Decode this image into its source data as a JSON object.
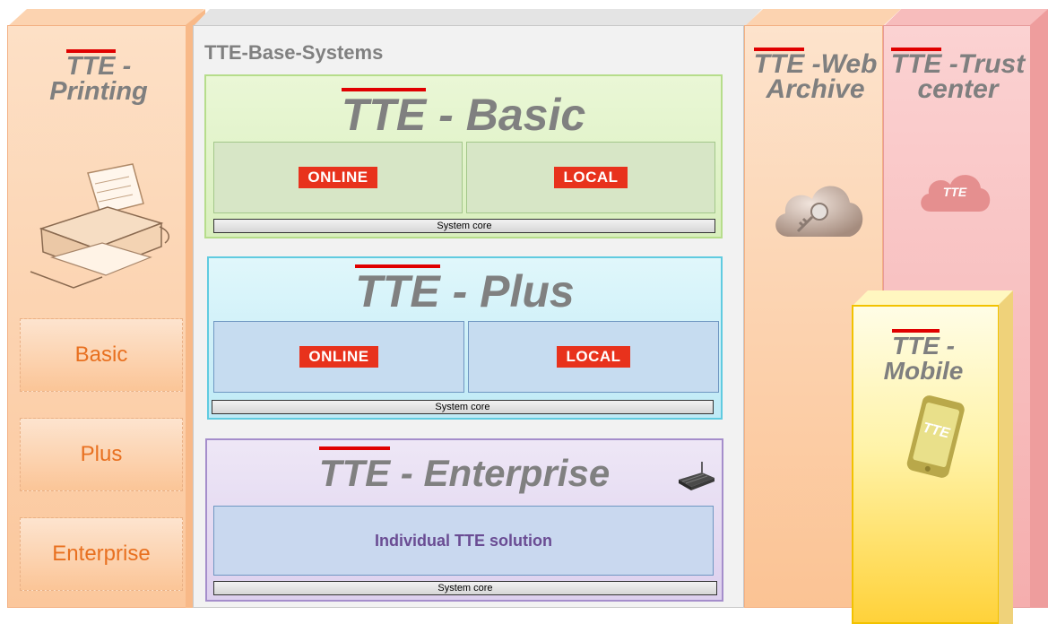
{
  "printing": {
    "title_mark": "TTE",
    "title_line1_suffix": " -",
    "title_line2": "Printing",
    "buttons": [
      "Basic",
      "Plus",
      "Enterprise"
    ],
    "icon": "printer-icon"
  },
  "base": {
    "label": "TTE-Base-Systems",
    "sections": [
      {
        "mark": "TTE",
        "rest": " - Basic",
        "panels": [
          "ONLINE",
          "LOCAL"
        ],
        "core": "System core"
      },
      {
        "mark": "TTE",
        "rest": " - Plus",
        "panels": [
          "ONLINE",
          "LOCAL"
        ],
        "core": "System core"
      },
      {
        "mark": "TTE",
        "rest": " - Enterprise",
        "panel": "Individual TTE solution",
        "core": "System core",
        "icon": "server-icon"
      }
    ]
  },
  "web_archive": {
    "mark": "TTE",
    "line1_rest": " -Web",
    "line2": "Archive",
    "icon": "cloud-key-icon"
  },
  "trust_center": {
    "mark": "TTE",
    "line1_rest": " -Trust",
    "line2": "center",
    "icon": "cloud-logo-icon",
    "icon_text": "TTE"
  },
  "mobile": {
    "mark": "TTE",
    "line1_rest": " -",
    "line2": "Mobile",
    "icon": "phone-icon",
    "icon_text": "TTE"
  },
  "colors": {
    "accent_red": "#e00000",
    "tag_red": "#e8321c",
    "title_gray": "#7f7f7f",
    "button_orange": "#e87020",
    "enterprise_text": "#6a4c93"
  }
}
